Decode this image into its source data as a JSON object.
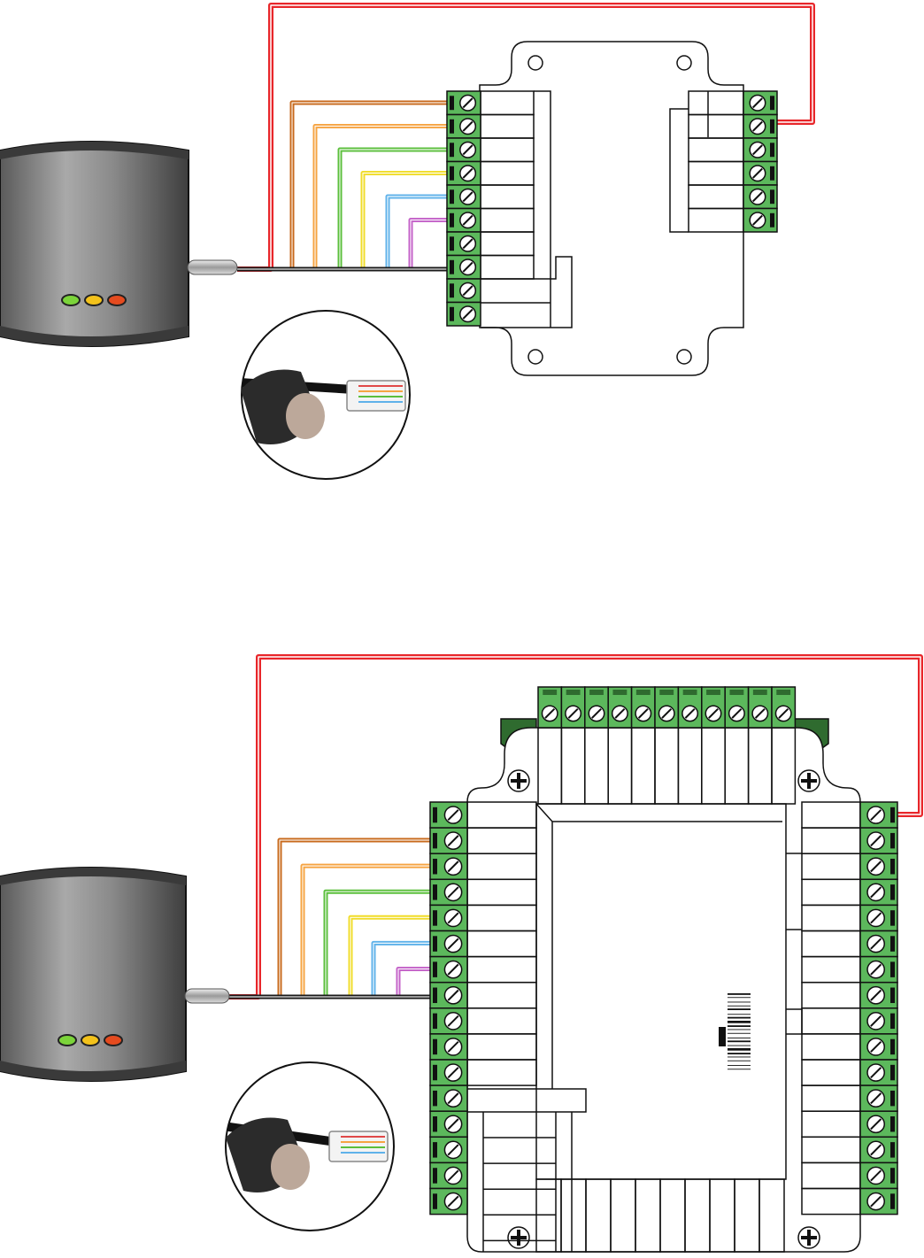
{
  "colors": {
    "power_wire": "#e8262a",
    "terminal_green": "#5cb85c",
    "terminal_green_dark": "#2f6b2f",
    "reader_body": "#6b6b6b",
    "outline": "#111111",
    "led_green": "#7bd43a",
    "led_yellow": "#f3c21b",
    "led_red": "#e54b1f"
  },
  "cable_wires": [
    {
      "color": "#c86a1c"
    },
    {
      "color": "#f6a442"
    },
    {
      "color": "#5bbf3c"
    },
    {
      "color": "#f0dc2a"
    },
    {
      "color": "#5fb2ea"
    },
    {
      "color": "#c462c8"
    },
    {
      "color": "#1a1a1a"
    }
  ],
  "diagrams": [
    {
      "reader": {
        "leds": [
          "green",
          "yellow",
          "red"
        ]
      },
      "controller": {
        "left_terminals": 10,
        "right_terminals": 6
      }
    },
    {
      "reader": {
        "leds": [
          "green",
          "yellow",
          "red"
        ]
      },
      "controller": {
        "left_terminals": 16,
        "right_terminals": 16,
        "top_terminals": 11
      }
    }
  ],
  "icons": [
    "screw-icon",
    "mounting-hole-icon",
    "crimp-tool-icon",
    "rj45-plug-icon",
    "barcode-icon"
  ]
}
